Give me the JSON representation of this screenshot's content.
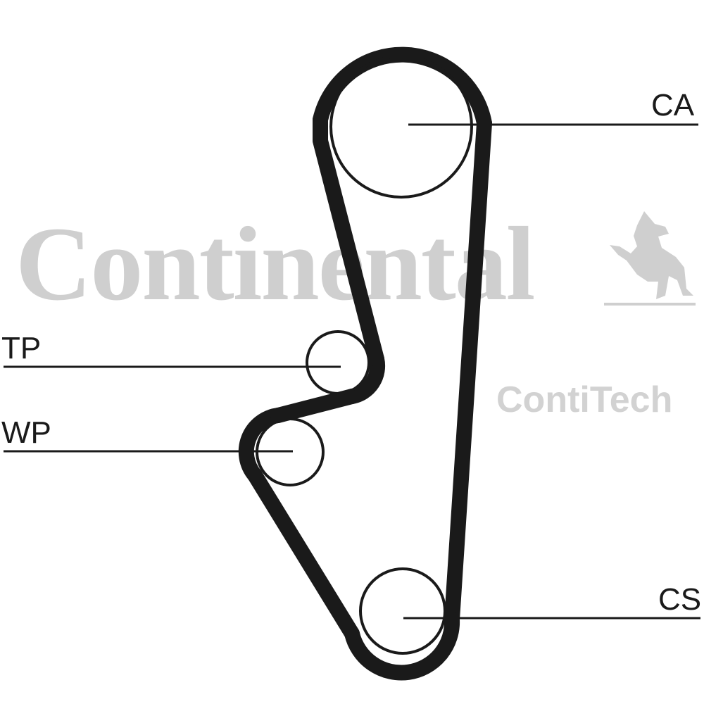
{
  "watermark": {
    "brand": "Continental",
    "sub_brand": "ContiTech",
    "color": "#cfcfcf"
  },
  "labels": {
    "camshaft": "CA",
    "tensioner": "TP",
    "water_pump": "WP",
    "crankshaft": "CS"
  },
  "colors": {
    "belt": "#1a1a1a",
    "line": "#1a1a1a",
    "background": "#ffffff"
  }
}
